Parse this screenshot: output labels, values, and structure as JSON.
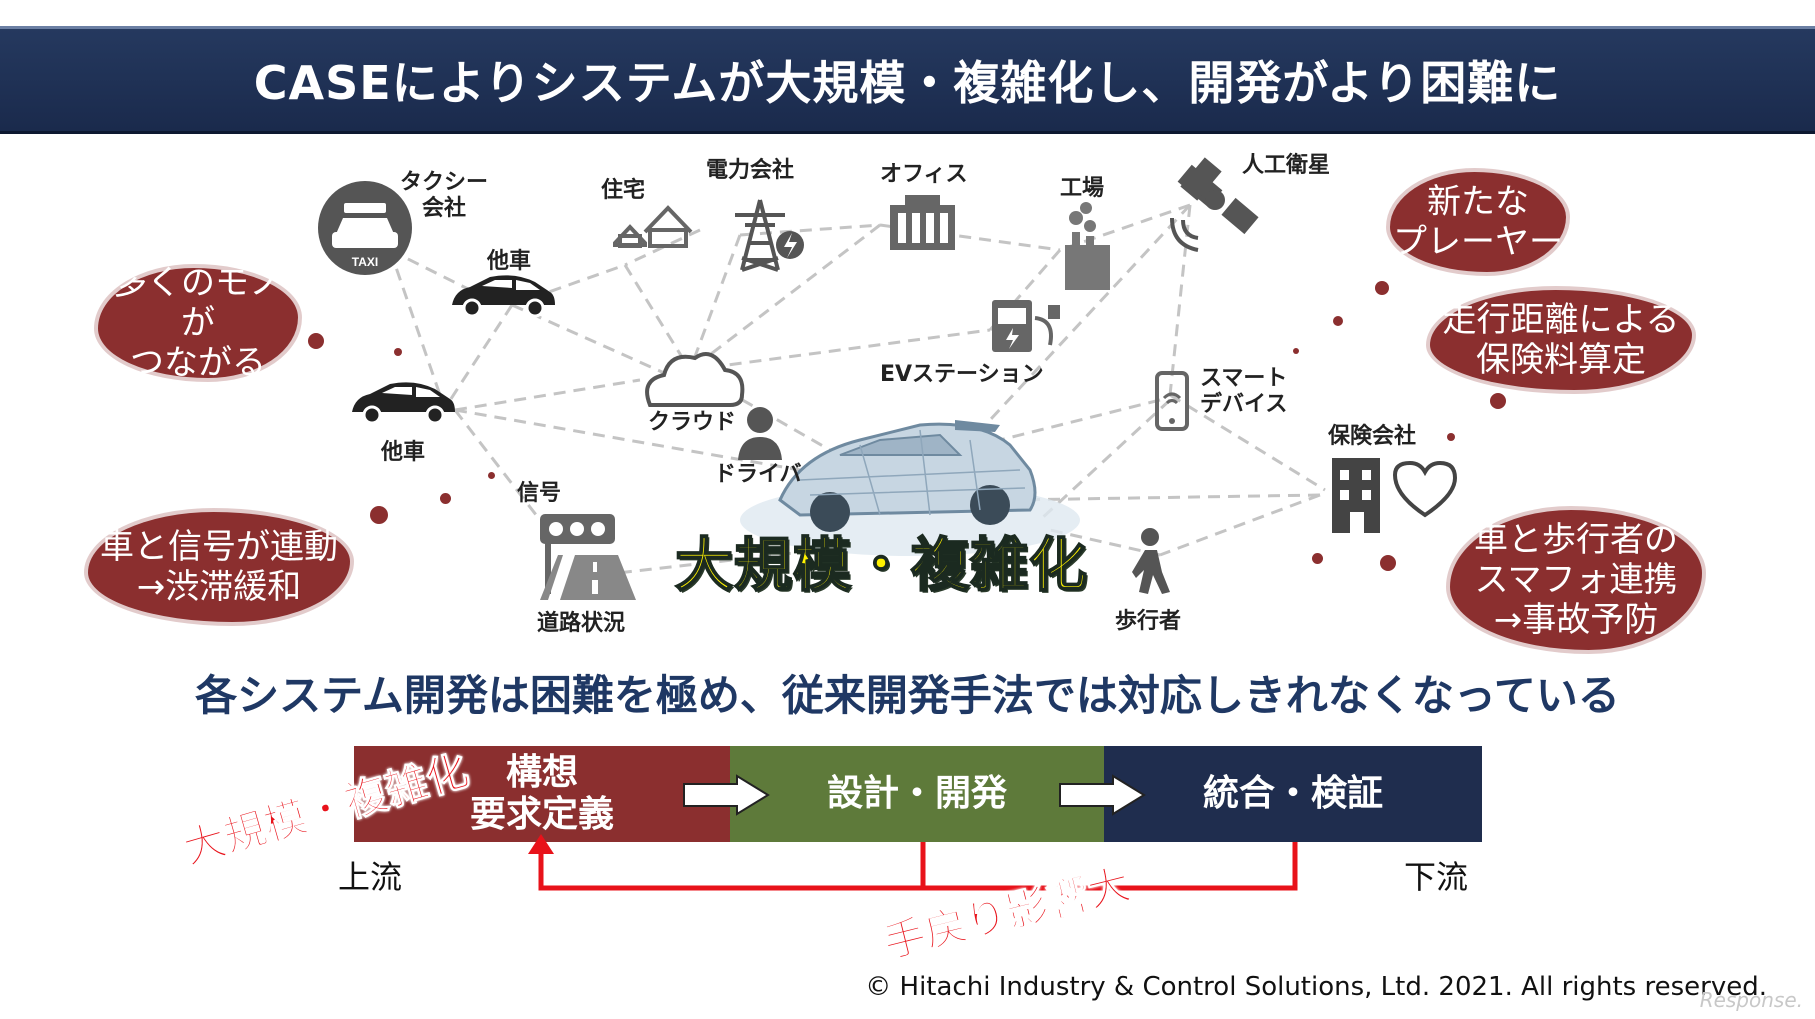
{
  "header": {
    "title": "CASEによりシステムが大規模・複雑化し、開発がより困難に"
  },
  "nodes": {
    "taxi_company": "タクシー\n会社",
    "taxi_badge": "TAXI",
    "other_car_1": "他車",
    "other_car_2": "他車",
    "housing": "住宅",
    "power_company": "電力会社",
    "office": "オフィス",
    "factory": "工場",
    "satellite": "人工衛星",
    "ev_station": "EVステーション",
    "cloud": "クラウド",
    "driver": "ドライバ",
    "smart_device": "スマート\nデバイス",
    "insurance": "保険会社",
    "signal": "信号",
    "road": "道路状況",
    "pedestrian": "歩行者"
  },
  "center_label": "大規模・複雑化",
  "callouts": {
    "many_things": "多くのモノが\nつながる",
    "signal_link": "車と信号が連動\n→渋滞緩和",
    "new_players": "新たな\nプレーヤー",
    "insurance_calc": "走行距離による\n保険料算定",
    "pedestrian_link": "車と歩行者の\nスマフォ連携\n→事故予防"
  },
  "subheading": "各システム開発は困難を極め、従来開発手法では対応しきれなくなっている",
  "process": {
    "steps": [
      "構想\n要求定義",
      "設計・開発",
      "統合・検証"
    ],
    "upstream": "上流",
    "downstream": "下流",
    "complexity_tag": "大規模・複雑化",
    "rework_tag": "手戻り影響大"
  },
  "colors": {
    "title_bg": "#1f3057",
    "callout": "#8b2f2f",
    "step_1": "#8b2f2f",
    "step_2": "#5e7a3a",
    "step_3": "#1f2d4e",
    "accent_red": "#e8121a",
    "subhead": "#1f3864",
    "center_text": "#fff200"
  },
  "footer": {
    "copyright": "© Hitachi Industry & Control Solutions, Ltd. 2021. All rights reserved.",
    "watermark": "Response."
  }
}
